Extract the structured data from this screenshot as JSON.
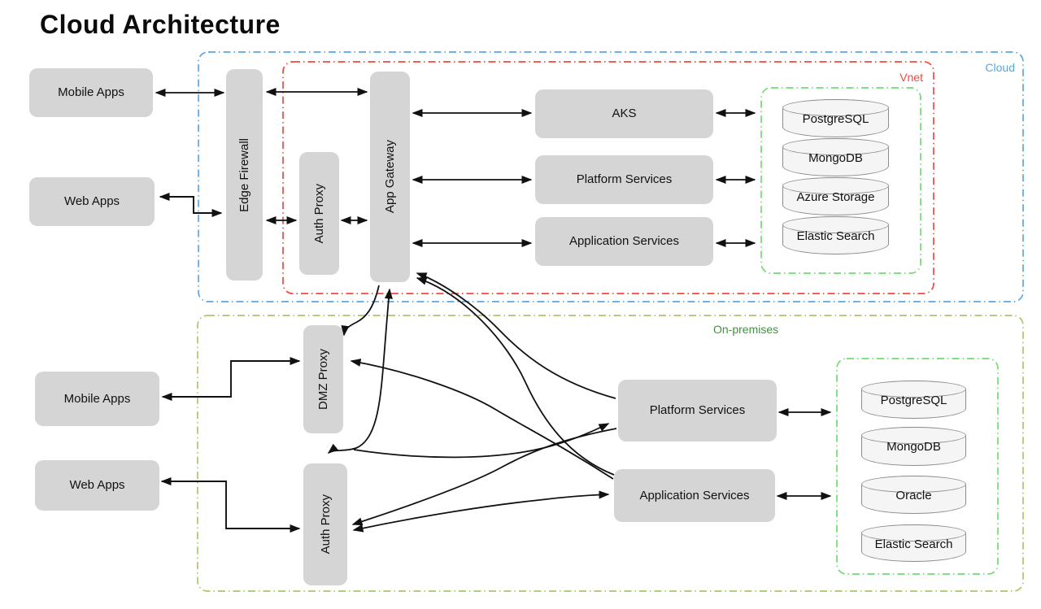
{
  "title": "Cloud Architecture",
  "colors": {
    "cloud_border": "#5BA8E5",
    "vnet_border": "#F0493D",
    "db_region_border": "#6FDD6F",
    "onprem_border": "#A7C86B",
    "onprem_label": "#3F923F",
    "node_fill": "#D5D5D5",
    "cylinder_fill": "#F5F5F5",
    "arrow": "#111111"
  },
  "regions": {
    "cloud": {
      "label": "Cloud"
    },
    "vnet": {
      "label": "Vnet"
    },
    "onprem": {
      "label": "On-premises"
    }
  },
  "cloud": {
    "clients": [
      {
        "label": "Mobile Apps"
      },
      {
        "label": "Web Apps"
      }
    ],
    "edge_firewall": "Edge Firewall",
    "auth_proxy": "Auth Proxy",
    "app_gateway": "App Gateway",
    "services": [
      "AKS",
      "Platform Services",
      "Application Services"
    ],
    "databases": [
      "PostgreSQL",
      "MongoDB",
      "Azure Storage",
      "Elastic Search"
    ]
  },
  "onprem": {
    "clients": [
      {
        "label": "Mobile Apps"
      },
      {
        "label": "Web Apps"
      }
    ],
    "dmz_proxy": "DMZ Proxy",
    "auth_proxy": "Auth Proxy",
    "services": [
      "Platform Services",
      "Application Services"
    ],
    "databases": [
      "PostgreSQL",
      "MongoDB",
      "Oracle",
      "Elastic Search"
    ]
  }
}
